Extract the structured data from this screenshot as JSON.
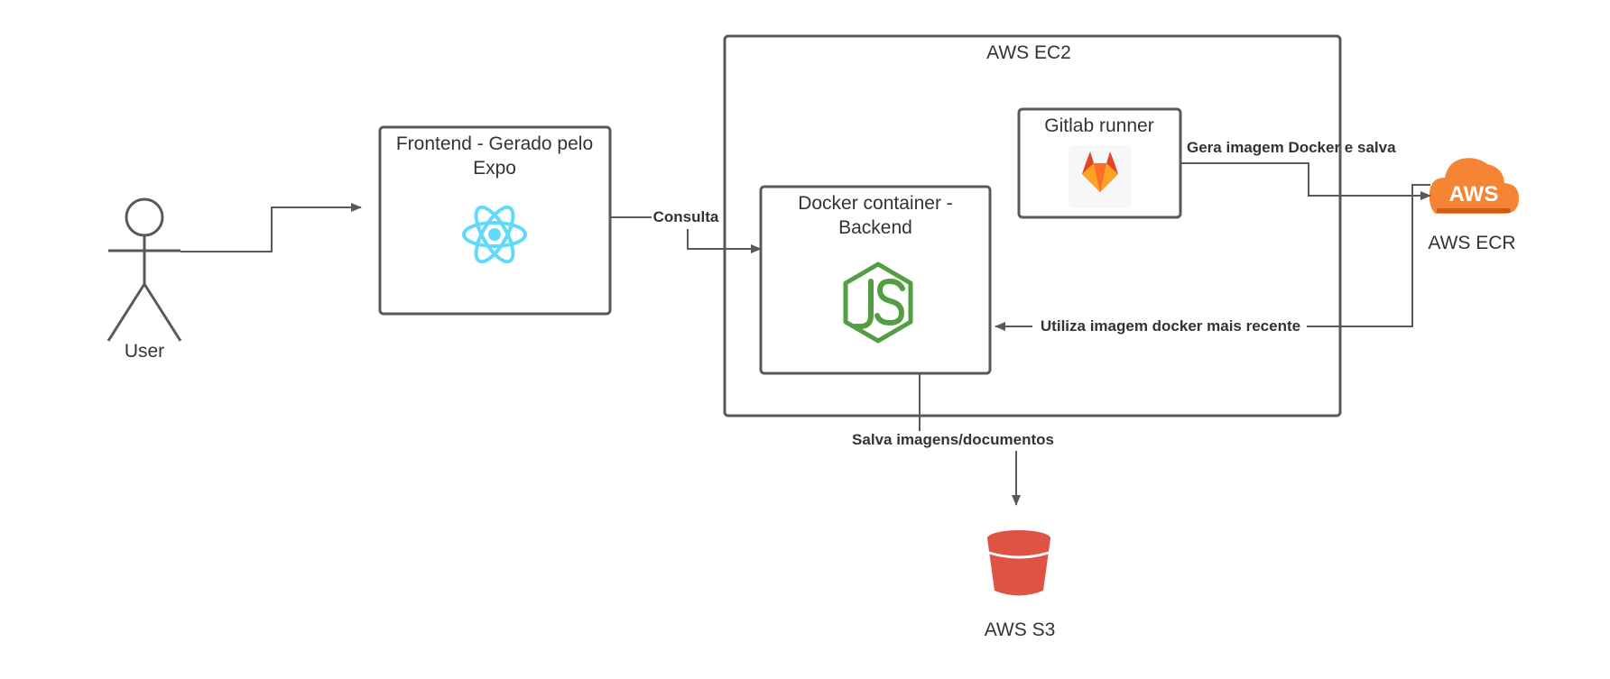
{
  "nodes": {
    "user": {
      "label": "User"
    },
    "frontend": {
      "title_line1": "Frontend - Gerado pelo",
      "title_line2": "Expo",
      "icon": "react-icon"
    },
    "ec2": {
      "label": "AWS EC2"
    },
    "gitlab_runner": {
      "label": "Gitlab runner",
      "icon": "gitlab-icon"
    },
    "backend": {
      "title_line1": "Docker container -",
      "title_line2": "Backend",
      "icon": "nodejs-icon"
    },
    "ecr": {
      "label": "AWS ECR",
      "icon": "aws-cloud-icon",
      "badge": "AWS"
    },
    "s3": {
      "label": "AWS S3",
      "icon": "s3-bucket-icon"
    }
  },
  "edges": {
    "user_to_frontend": {
      "label": ""
    },
    "frontend_to_backend": {
      "label": "Consulta"
    },
    "runner_to_ecr": {
      "label": "Gera imagem Docker e salva"
    },
    "ecr_to_backend": {
      "label": "Utiliza imagem docker mais recente"
    },
    "backend_to_s3": {
      "label": "Salva imagens/documentos"
    }
  },
  "colors": {
    "stroke": "#595959",
    "text": "#333333",
    "react": "#61dafb",
    "node_green": "#539e43",
    "aws_orange": "#f58534",
    "s3_red": "#e05243"
  }
}
